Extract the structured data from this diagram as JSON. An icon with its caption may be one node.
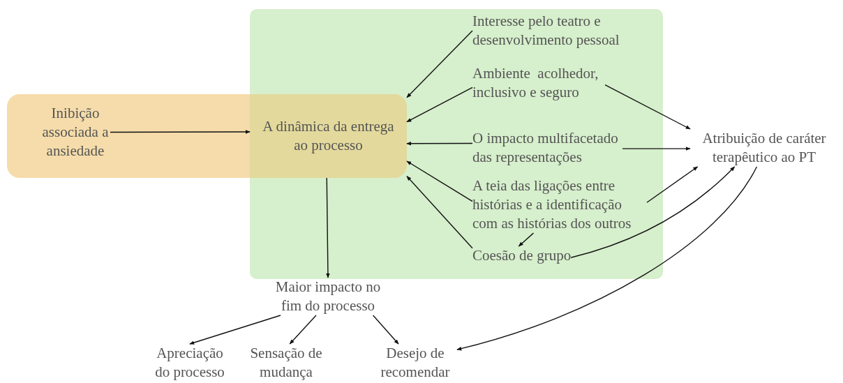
{
  "diagram": {
    "nodes": [
      {
        "text": [
          "Inibição associada a ansiedade"
        ]
      },
      {
        "text": [],
        "shape": "box"
      },
      {
        "text": [
          "A dinâmica da entrega ao processo"
        ],
        "in": 1
      },
      {
        "text": [
          "Interesse pelo teatro e desenvolvimento pessoal"
        ],
        "in": 1
      },
      {
        "text": [
          "Ambiente  acolhedor, inclusivo e seguro"
        ],
        "in": 1
      },
      {
        "text": [
          "O impacto multifacetado das representações"
        ],
        "in": 1
      },
      {
        "text": [
          "A teia das ligações entre histórias e a identificação com as histórias dos outros"
        ],
        "in": 1
      },
      {
        "text": [
          "Coesão de grupo"
        ],
        "in": 1
      },
      {
        "text": [
          "Atribuição de caráter terapêutico ao PT"
        ]
      },
      {
        "text": [
          "Maior impacto no fim do processo"
        ]
      },
      {
        "text": [
          "Apreciação do processo"
        ]
      },
      {
        "text": [
          "Sensação de mudança"
        ]
      },
      {
        "text": [
          "Desejo de recomendar"
        ]
      }
    ],
    "edges": [
      {
        "from": 0,
        "to": 2,
        "arrow": "to"
      },
      {
        "from": 3,
        "to": 2,
        "arrow": "to"
      },
      {
        "from": 4,
        "to": 2,
        "arrow": "to"
      },
      {
        "from": 5,
        "to": 2,
        "arrow": "to"
      },
      {
        "from": 6,
        "to": 2,
        "arrow": "to"
      },
      {
        "from": 7,
        "to": 2,
        "arrow": "to"
      },
      {
        "from": 6,
        "to": 7,
        "arrow": "to"
      },
      {
        "from": 4,
        "to": 8,
        "arrow": "to"
      },
      {
        "from": 5,
        "to": 8,
        "arrow": "to"
      },
      {
        "from": 6,
        "to": 8,
        "arrow": "to"
      },
      {
        "from": 7,
        "to": 8,
        "arrow": "to"
      },
      {
        "from": 8,
        "to": 12,
        "arrow": "to"
      },
      {
        "from": 2,
        "to": 9,
        "arrow": "to"
      },
      {
        "from": 9,
        "to": 10,
        "arrow": "to"
      },
      {
        "from": 9,
        "to": 11,
        "arrow": "to"
      },
      {
        "from": 9,
        "to": 12,
        "arrow": "to"
      }
    ]
  }
}
